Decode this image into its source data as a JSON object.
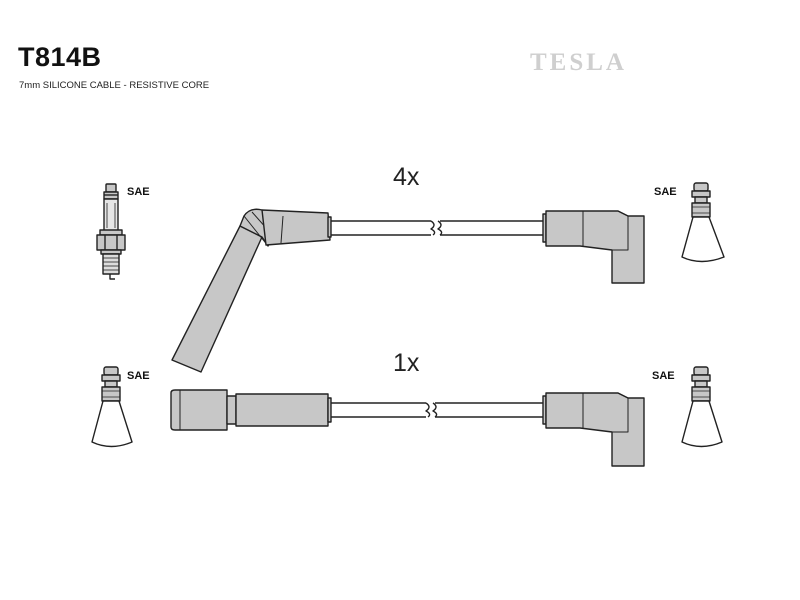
{
  "header": {
    "part_number": "T814B",
    "subtitle": "7mm SILICONE CABLE - RESISTIVE CORE",
    "brand": "TESLA"
  },
  "leads": [
    {
      "quantity": "4x",
      "start_terminal": "SAE",
      "end_terminal": "SAE"
    },
    {
      "quantity": "1x",
      "start_terminal": "SAE",
      "end_terminal": "SAE"
    }
  ],
  "colors": {
    "boot_fill": "#c7c7c7",
    "stroke": "#222222",
    "brand": "#cfcfcf"
  }
}
